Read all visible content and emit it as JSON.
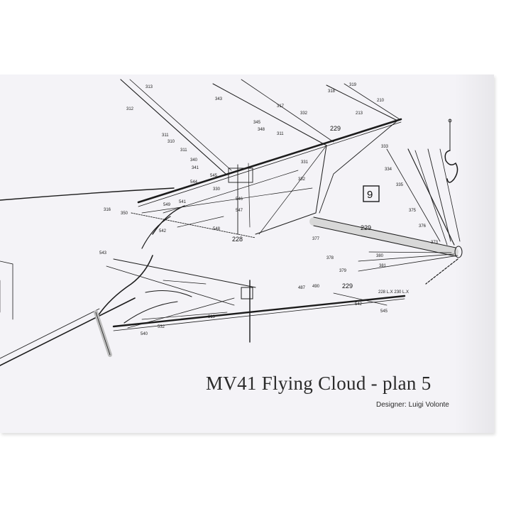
{
  "plan": {
    "title": "MV41 Flying Cloud - plan 5",
    "designer": "Designer: Luigi Volonte",
    "plate_number": "9"
  },
  "spar_labels": {
    "upper": "229",
    "right": "229",
    "lower": "229",
    "mid_upper": "228",
    "end": "228 L.X 230 L.X"
  },
  "callouts": [
    "313",
    "312",
    "311",
    "310",
    "311",
    "340",
    "341",
    "343",
    "345",
    "348",
    "311",
    "332",
    "317",
    "318",
    "319",
    "210",
    "213",
    "316",
    "350",
    "542",
    "543",
    "544",
    "545",
    "546",
    "547",
    "548",
    "549",
    "541",
    "330",
    "331",
    "332",
    "333",
    "334",
    "335",
    "375",
    "376",
    "377",
    "378",
    "379",
    "380",
    "381",
    "487",
    "490",
    "542",
    "545",
    "540",
    "532",
    "319",
    "373"
  ],
  "colors": {
    "ink": "#1c1c1c",
    "paper": "#f4f3f7",
    "background": "#ffffff"
  },
  "icons": [
    "hook-icon",
    "chain-icon"
  ]
}
